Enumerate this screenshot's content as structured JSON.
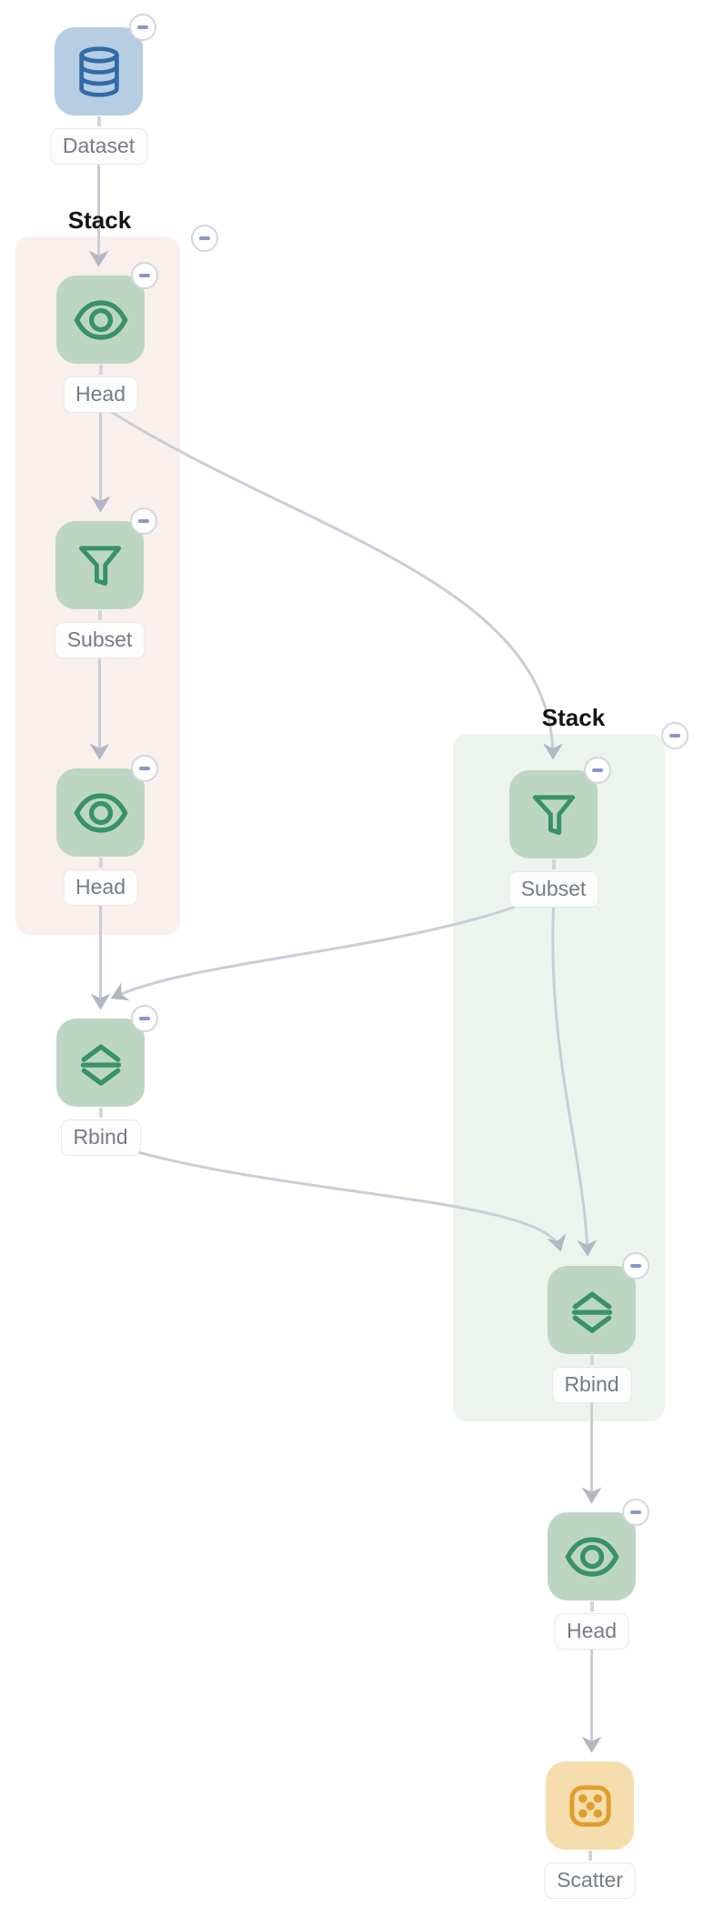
{
  "app": {
    "view": "flow-pipeline-canvas"
  },
  "colors": {
    "canvas_bg": "#ffffff",
    "edge": "#c9cdd6",
    "arrowhead": "#b2b7c3",
    "node_blue_bg": "#b6cde3",
    "node_blue_icon": "#2f6ba6",
    "node_green_bg": "#bdd6c4",
    "node_green_icon": "#38916a",
    "node_orange_bg": "#f5ddae",
    "node_orange_icon": "#df9d29",
    "group_pink_bg": "#f9efed",
    "group_green_bg": "#ecf4ed",
    "pill_bg": "#fdfdfe",
    "pill_border": "#e6e8ec",
    "pill_text": "#757b87",
    "group_title": "#141414",
    "badge_border": "#d3d6de",
    "badge_minus": "#8a94cc",
    "stub": "#d2d5db"
  },
  "groups": [
    {
      "id": "stack1",
      "title": "Stack",
      "variant": "pink",
      "collapse_badge": true
    },
    {
      "id": "stack2",
      "title": "Stack",
      "variant": "green",
      "collapse_badge": true
    }
  ],
  "nodes": [
    {
      "id": "dataset",
      "label": "Dataset",
      "icon": "database-icon",
      "variant": "blue",
      "collapse_badge": true
    },
    {
      "id": "head1",
      "label": "Head",
      "icon": "eye-icon",
      "variant": "green",
      "collapse_badge": true,
      "group": "stack1"
    },
    {
      "id": "subset1",
      "label": "Subset",
      "icon": "funnel-icon",
      "variant": "green",
      "collapse_badge": true,
      "group": "stack1"
    },
    {
      "id": "head2",
      "label": "Head",
      "icon": "eye-icon",
      "variant": "green",
      "collapse_badge": true,
      "group": "stack1"
    },
    {
      "id": "rbind1",
      "label": "Rbind",
      "icon": "rbind-icon",
      "variant": "green",
      "collapse_badge": true
    },
    {
      "id": "subset2",
      "label": "Subset",
      "icon": "funnel-icon",
      "variant": "green",
      "collapse_badge": true,
      "group": "stack2"
    },
    {
      "id": "rbind2",
      "label": "Rbind",
      "icon": "rbind-icon",
      "variant": "green",
      "collapse_badge": true,
      "group": "stack2"
    },
    {
      "id": "head3",
      "label": "Head",
      "icon": "eye-icon",
      "variant": "green",
      "collapse_badge": true
    },
    {
      "id": "scatter",
      "label": "Scatter",
      "icon": "dice-icon",
      "variant": "orange",
      "collapse_badge": false
    }
  ],
  "edges": [
    {
      "from": "dataset",
      "to": "head1"
    },
    {
      "from": "head1",
      "to": "subset1"
    },
    {
      "from": "head1",
      "to": "subset2"
    },
    {
      "from": "subset1",
      "to": "head2"
    },
    {
      "from": "head2",
      "to": "rbind1"
    },
    {
      "from": "subset2",
      "to": "rbind1"
    },
    {
      "from": "rbind1",
      "to": "rbind2"
    },
    {
      "from": "subset2",
      "to": "rbind2"
    },
    {
      "from": "rbind2",
      "to": "head3"
    },
    {
      "from": "head3",
      "to": "scatter"
    }
  ]
}
